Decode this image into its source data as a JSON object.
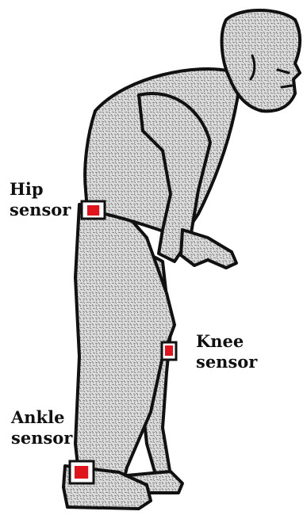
{
  "sensors": {
    "hip": {
      "line1": "Hip",
      "line2": "sensor"
    },
    "knee": {
      "line1": "Knee",
      "line2": "sensor"
    },
    "ankle": {
      "line1": "Ankle",
      "line2": "sensor"
    }
  },
  "colors": {
    "sensor_fill": "#e0141c",
    "outline": "#111111",
    "body_fill": "#d9d9d9",
    "background": "#ffffff"
  }
}
